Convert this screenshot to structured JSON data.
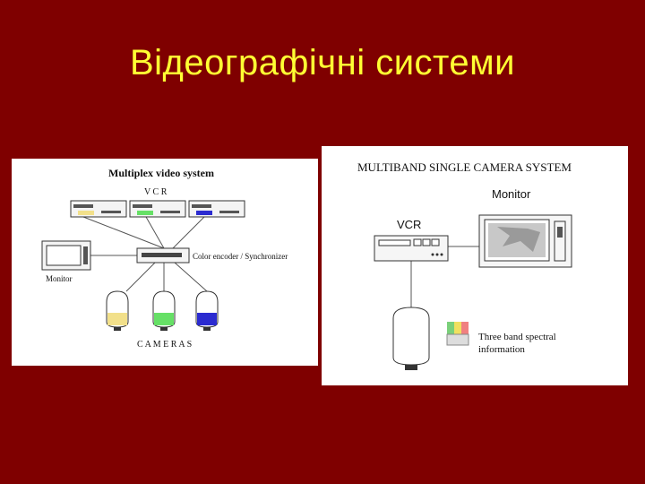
{
  "slide": {
    "title": "Відеографічні системи",
    "background_color": "#7f0000",
    "title_color": "#ffff33"
  },
  "left_diagram": {
    "heading": "Multiplex video system",
    "vcr_label": "V C R",
    "encoder_label": "Color encoder / Synchronizer",
    "monitor_label": "Monitor",
    "cameras_label": "C A M E R A S",
    "camera_colors": [
      "#f2e08a",
      "#66e066",
      "#2b2bd0"
    ]
  },
  "right_diagram": {
    "heading": "MULTIBAND SINGLE CAMERA SYSTEM",
    "monitor_label": "Monitor",
    "vcr_label": "VCR",
    "info_line1": "Three band spectral",
    "info_line2": "information",
    "spectral_colors": [
      "#7ad07a",
      "#f0e060",
      "#f08080"
    ]
  }
}
